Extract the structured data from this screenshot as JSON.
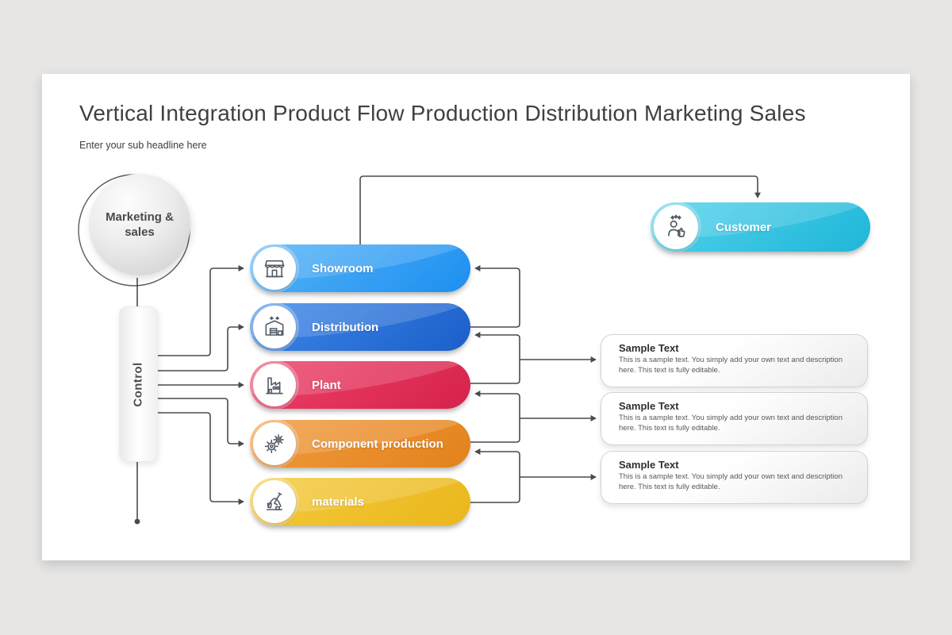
{
  "canvas": {
    "background": "#e7e6e5",
    "slide_background": "#ffffff"
  },
  "header": {
    "title": "Vertical Integration Product Flow Production Distribution Marketing Sales",
    "subtitle": "Enter your sub headline here"
  },
  "flow": {
    "marketing_circle": {
      "label": "Marketing & sales"
    },
    "control": {
      "label": "Control"
    },
    "pills": [
      {
        "id": "showroom",
        "label": "Showroom",
        "icon": "storefront-icon",
        "color_from": "#55b4f8",
        "color_to": "#1d8ff0"
      },
      {
        "id": "distribution",
        "label": "Distribution",
        "icon": "warehouse-icon",
        "color_from": "#3f89e9",
        "color_to": "#1b5ec9"
      },
      {
        "id": "plant",
        "label": "Plant",
        "icon": "factory-icon",
        "color_from": "#ee4168",
        "color_to": "#d6224c"
      },
      {
        "id": "component-production",
        "label": "Component production",
        "icon": "gears-icon",
        "color_from": "#f19b3e",
        "color_to": "#e2821c"
      },
      {
        "id": "materials",
        "label": "materials",
        "icon": "raw-materials-icon",
        "color_from": "#f5ca3d",
        "color_to": "#eab71c"
      }
    ],
    "customer": {
      "label": "Customer",
      "icon": "customer-thumbs-up-icon",
      "color_from": "#52d3ec",
      "color_to": "#1fb6d8"
    },
    "notes": [
      {
        "title": "Sample Text",
        "body": "This is a sample text. You simply add your own text and description here. This text is fully editable."
      },
      {
        "title": "Sample Text",
        "body": "This is a sample text. You simply add your own text and description here. This text is fully editable."
      },
      {
        "title": "Sample Text",
        "body": "This is a sample text. You simply add your own text and description here. This text is fully editable."
      }
    ],
    "connector_color": "#4a4a4a"
  }
}
